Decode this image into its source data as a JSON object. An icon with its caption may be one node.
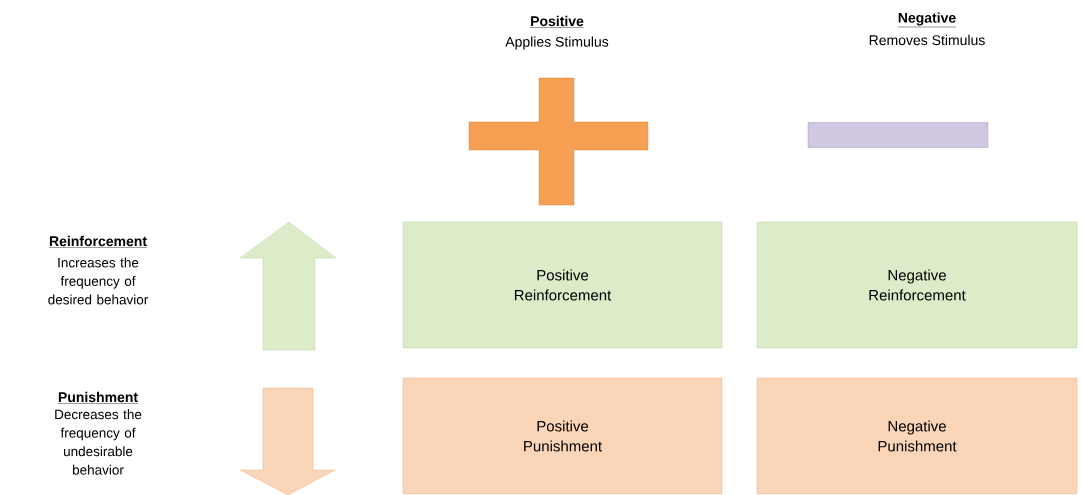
{
  "diagram": {
    "nodes": [
      {
        "text": [
          "Positive Reinforcement"
        ]
      },
      {
        "text": [
          "Negative Reinforcement"
        ]
      },
      {
        "text": [
          "Positive Punishment"
        ]
      },
      {
        "text": [
          "Negative Punishment"
        ]
      },
      {
        "text": [],
        "shape": "plus"
      },
      {
        "text": [],
        "shape": "minus"
      }
    ],
    "labels": [
      "Positive",
      "Applies Stimulus",
      "Negative",
      "Removes Stimulus",
      "Reinforcement",
      "Increases the frequency of desired behavior",
      "Punishment",
      "Decreases the frequency of undesirable behavior"
    ]
  }
}
